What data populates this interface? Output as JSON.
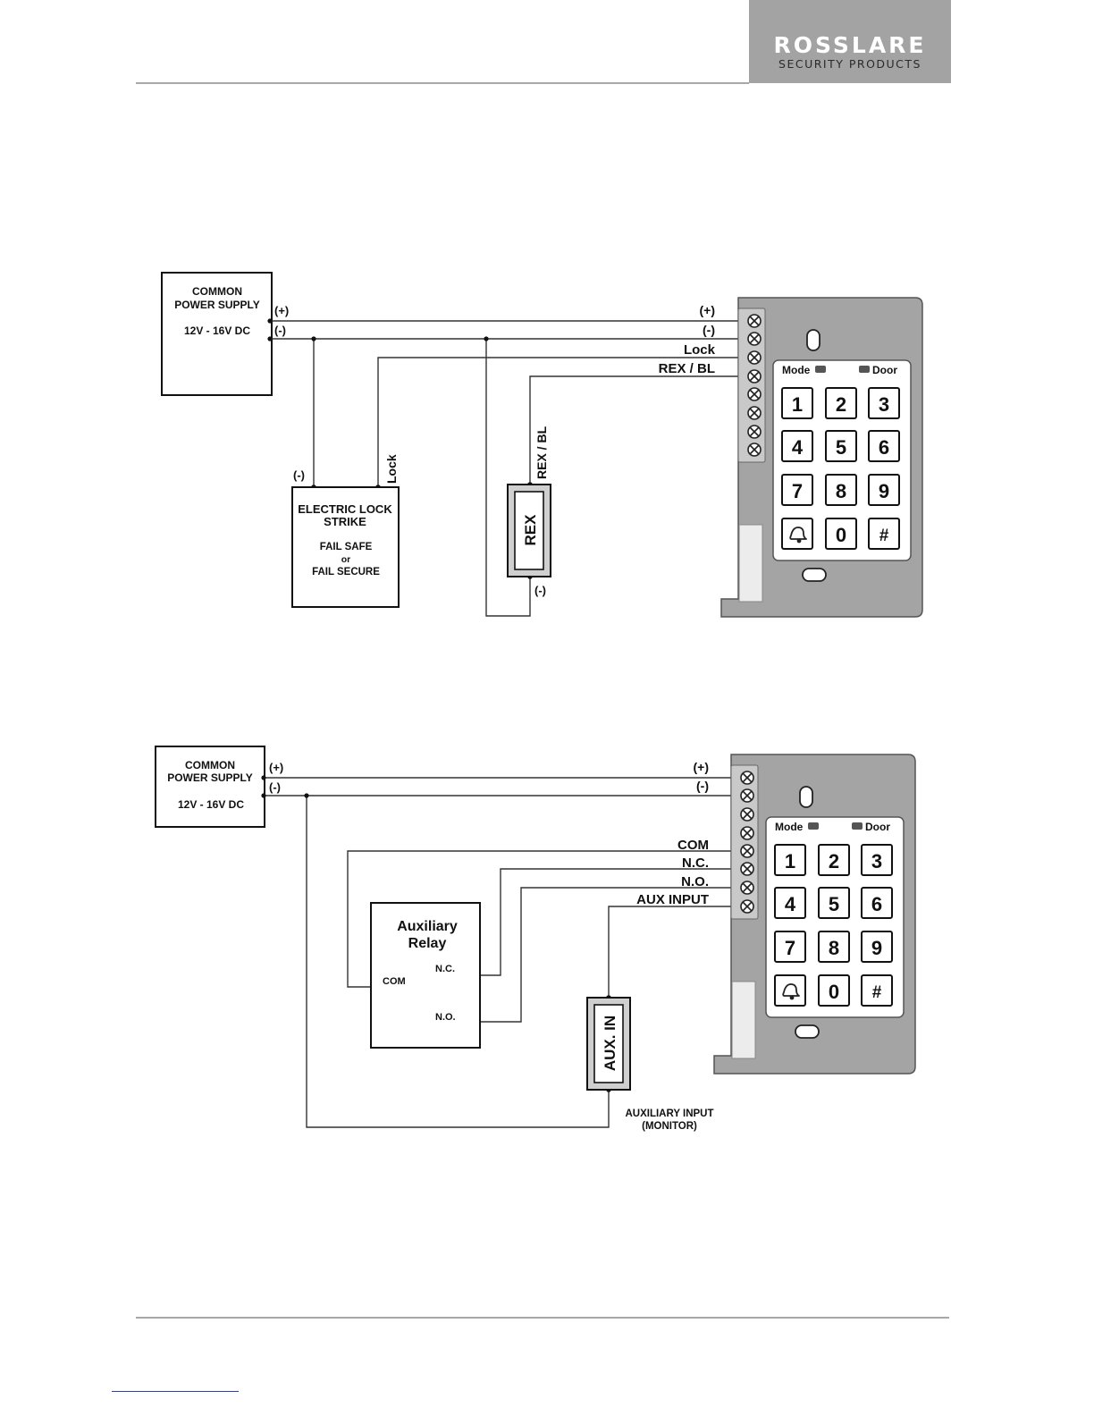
{
  "header": {
    "brand": "ROSSLARE",
    "tagline": "SECURITY PRODUCTS"
  },
  "diagram1": {
    "power_supply": {
      "line1": "COMMON",
      "line2": "POWER SUPPLY",
      "voltage": "12V - 16V DC",
      "plus": "(+)",
      "minus": "(-)"
    },
    "terminal_labels": {
      "plus": "(+)",
      "minus": "(-)",
      "lock": "Lock",
      "rex_bl": "REX / BL"
    },
    "lock_device": {
      "line1": "ELECTRIC LOCK",
      "line2": "STRIKE",
      "line3": "FAIL SAFE",
      "line4": "or",
      "line5": "FAIL SECURE",
      "minus_label": "(-)",
      "lock_label": "Lock"
    },
    "rex_device": {
      "label": "REX",
      "top_label": "REX / BL",
      "minus_label": "(-)"
    }
  },
  "diagram2": {
    "power_supply": {
      "line1": "COMMON",
      "line2": "POWER SUPPLY",
      "voltage": "12V - 16V DC",
      "plus": "(+)",
      "minus": "(-)"
    },
    "terminal_labels": {
      "plus": "(+)",
      "minus": "(-)",
      "com": "COM",
      "nc": "N.C.",
      "no": "N.O.",
      "aux_input": "AUX INPUT"
    },
    "relay": {
      "line1": "Auxiliary",
      "line2": "Relay",
      "com": "COM",
      "nc": "N.C.",
      "no": "N.O."
    },
    "aux_device": {
      "label": "AUX. IN",
      "caption1": "AUXILIARY INPUT",
      "caption2": "(MONITOR)"
    }
  },
  "keypad": {
    "mode_label": "Mode",
    "door_label": "Door",
    "keys": [
      "1",
      "2",
      "3",
      "4",
      "5",
      "6",
      "7",
      "8",
      "9",
      "",
      "0",
      "#"
    ],
    "bell_icon": "bell-icon"
  }
}
